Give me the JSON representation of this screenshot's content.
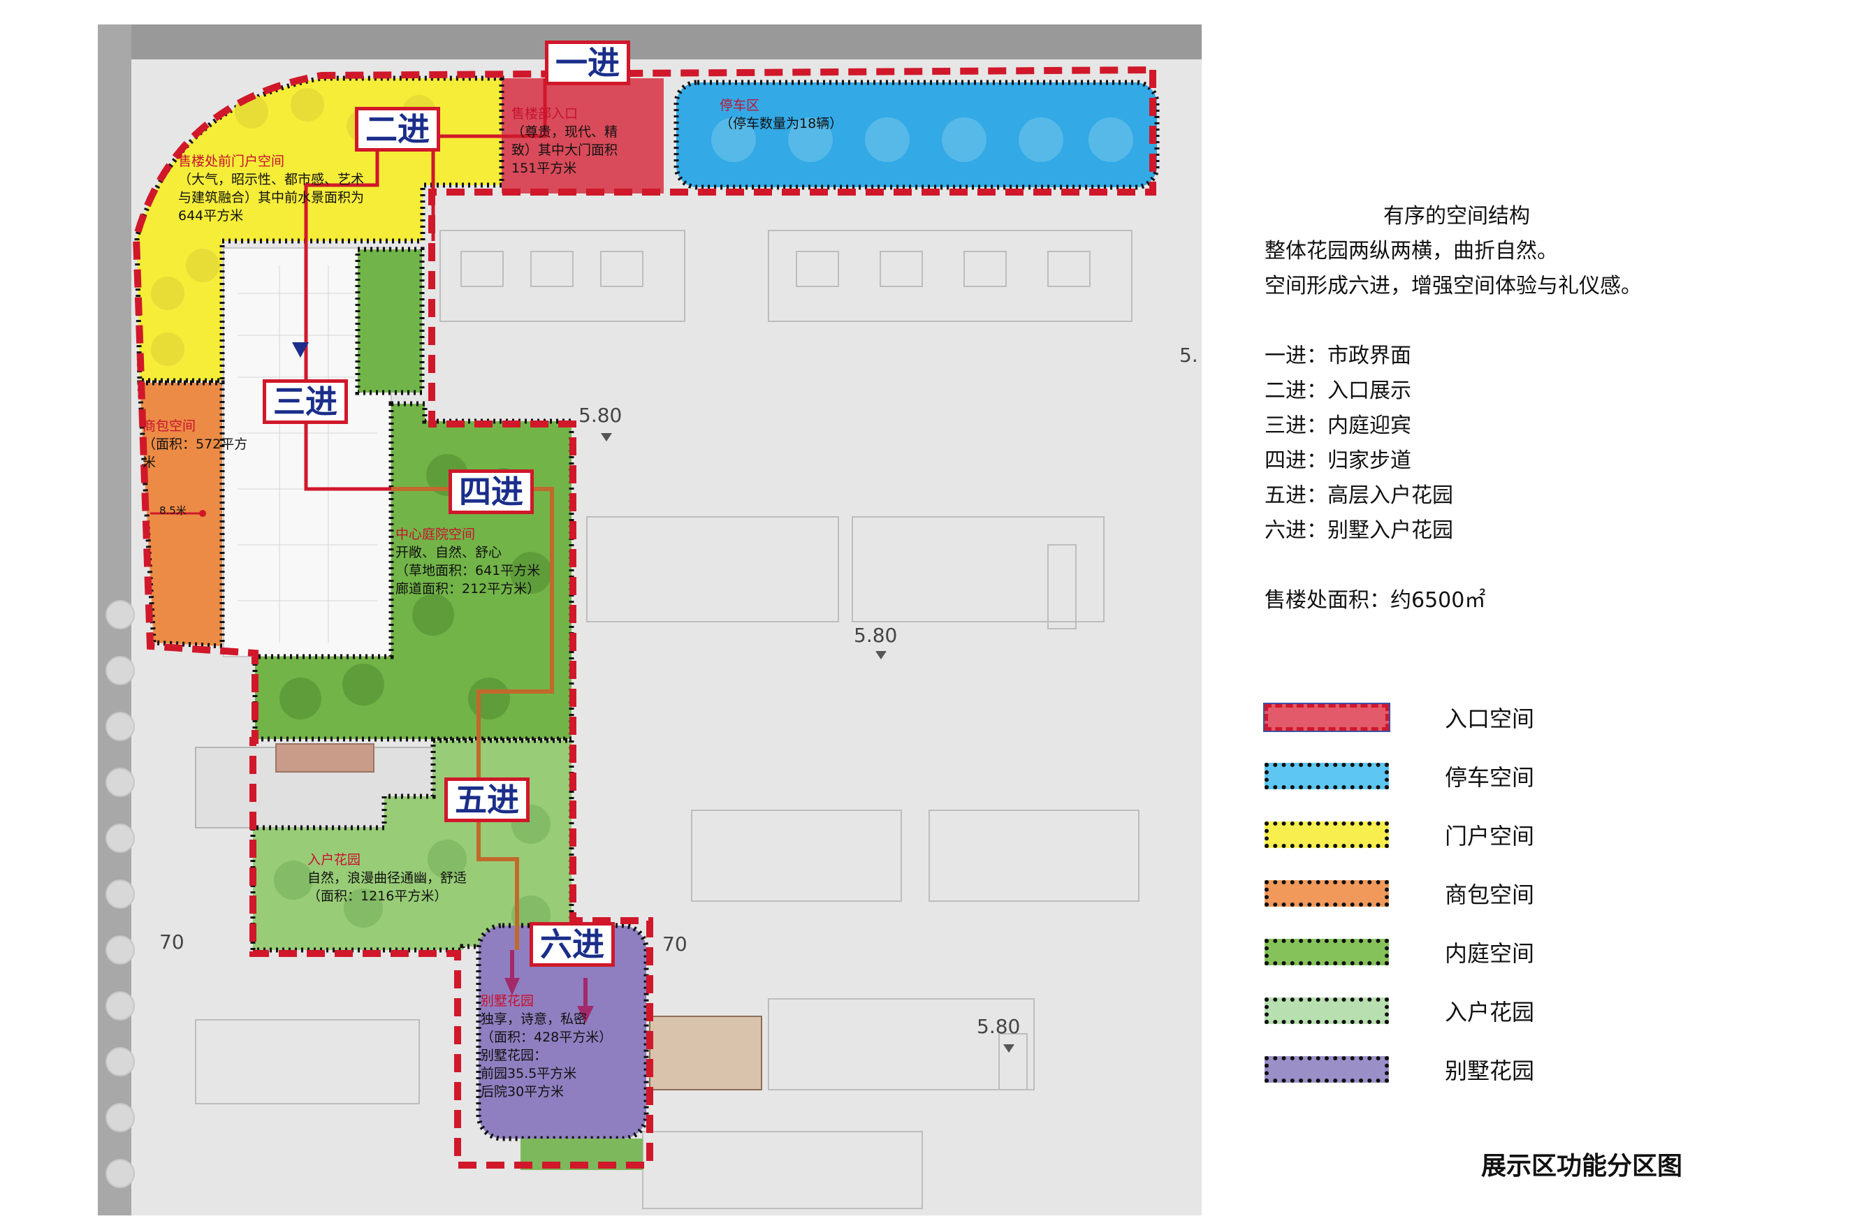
{
  "map": {
    "stage_badges": [
      "一进",
      "二进",
      "三进",
      "四进",
      "五进",
      "六进"
    ],
    "zones": [
      {
        "title": "售楼部入口",
        "lines": [
          "（尊贵，现代、精",
          "致）其中大门面积",
          "151平方米"
        ]
      },
      {
        "title": "停车区",
        "lines": [
          "（停车数量为18辆）"
        ]
      },
      {
        "title": "售楼处前门户空间",
        "lines": [
          "（大气，昭示性、都市感、艺术",
          "与建筑融合）其中前水景面积为",
          "644平方米"
        ]
      },
      {
        "title": "商包空间",
        "lines": [
          "（面积：572平方",
          "米"
        ]
      },
      {
        "title": "中心庭院空间",
        "lines": [
          "开敞、自然、舒心",
          "（草地面积：641平方米",
          "廊道面积：212平方米）"
        ]
      },
      {
        "title": "入户花园",
        "lines": [
          "自然，浪漫曲径通幽，舒适",
          "（面积：1216平方米）"
        ]
      },
      {
        "title": "别墅花园",
        "lines": [
          "独享，诗意，私密",
          "（面积：428平方米）",
          "别墅花园：",
          "前园35.5平方米",
          "后院30平方米"
        ]
      }
    ],
    "dimension_label": "8.5米",
    "elevations": [
      "5.80",
      "5.80",
      "5.80",
      "70",
      "70",
      "5."
    ]
  },
  "info": {
    "title": "有序的空间结构",
    "lines": [
      "整体花园两纵两横，曲折自然。",
      "空间形成六进，增强空间体验与礼仪感。"
    ],
    "stages": [
      "一进：市政界面",
      "二进：入口展示",
      "三进：内庭迎宾",
      "四进：归家步道",
      "五进：高层入户花园",
      "六进：别墅入户花园"
    ],
    "area": "售楼处面积：约6500㎡"
  },
  "legend": [
    {
      "label": "入口空间",
      "color": "#e35a6b",
      "border": "dash-red-blue"
    },
    {
      "label": "停车空间",
      "color": "#5dc6f2",
      "border": "dot-black"
    },
    {
      "label": "门户空间",
      "color": "#f8ef4f",
      "border": "dot-black"
    },
    {
      "label": "商包空间",
      "color": "#f0995a",
      "border": "dot-black"
    },
    {
      "label": "内庭空间",
      "color": "#86c25a",
      "border": "dot-black"
    },
    {
      "label": "入户花园",
      "color": "#b8dfb0",
      "border": "dot-black"
    },
    {
      "label": "别墅花园",
      "color": "#9b8fc8",
      "border": "dot-black"
    }
  ],
  "caption": "展示区功能分区图"
}
